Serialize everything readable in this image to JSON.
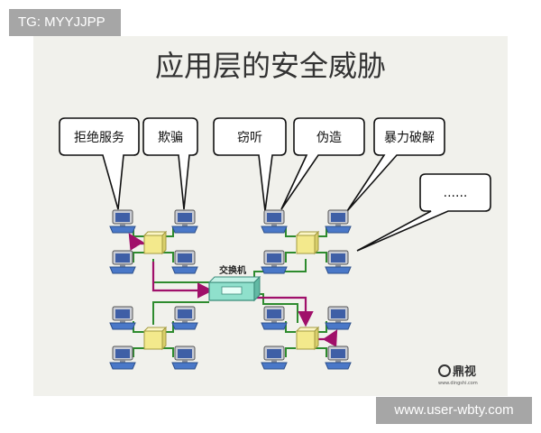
{
  "overlay": {
    "top_tag": "TG: MYYJJPP",
    "bottom_tag": "www.user-wbty.com"
  },
  "slide": {
    "title": "应用层的安全威胁"
  },
  "bubbles": [
    "拒绝服务",
    "欺骗",
    "窃听",
    "伪造",
    "暴力破解",
    "......"
  ],
  "switch": {
    "label": "交换机"
  },
  "watermark": {
    "text": "鼎视",
    "sub": "www.dingshi.com"
  },
  "colors": {
    "bus": "#2e8b2e",
    "traffic": "#a0106a",
    "hub": "#f3e98c",
    "switch": "#8fe0cc",
    "background": "#f1f1ec"
  }
}
